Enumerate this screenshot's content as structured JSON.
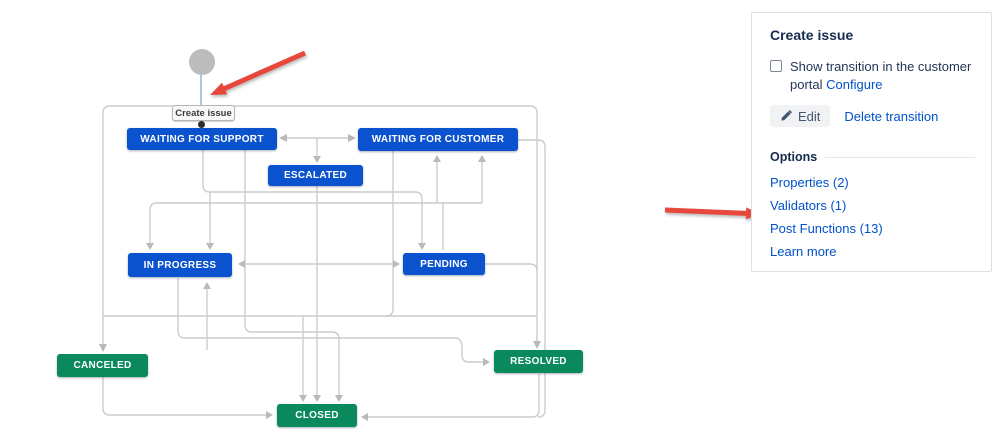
{
  "diagram": {
    "start_transition_label": "Create issue",
    "nodes": [
      {
        "label": "WAITING FOR SUPPORT",
        "category": "blue"
      },
      {
        "label": "WAITING FOR CUSTOMER",
        "category": "blue"
      },
      {
        "label": "ESCALATED",
        "category": "blue"
      },
      {
        "label": "IN PROGRESS",
        "category": "blue"
      },
      {
        "label": "PENDING",
        "category": "blue"
      },
      {
        "label": "CANCELED",
        "category": "green"
      },
      {
        "label": "RESOLVED",
        "category": "green"
      },
      {
        "label": "CLOSED",
        "category": "green"
      }
    ]
  },
  "panel": {
    "title": "Create issue",
    "checkbox": {
      "checked": false,
      "label_line1": "Show transition in the customer",
      "label_line2": "portal",
      "configure_link": "Configure"
    },
    "edit_button_label": "Edit",
    "delete_transition_label": "Delete transition",
    "options_heading": "Options",
    "option_links": [
      "Properties (2)",
      "Validators (1)",
      "Post Functions (13)",
      "Learn more"
    ]
  },
  "colors": {
    "status_blue": "#0B53CE",
    "status_green": "#0A8A5C",
    "link_blue": "#0052CC",
    "annotation_red": "#E8473C",
    "connector_gray": "#CCCCCC"
  }
}
